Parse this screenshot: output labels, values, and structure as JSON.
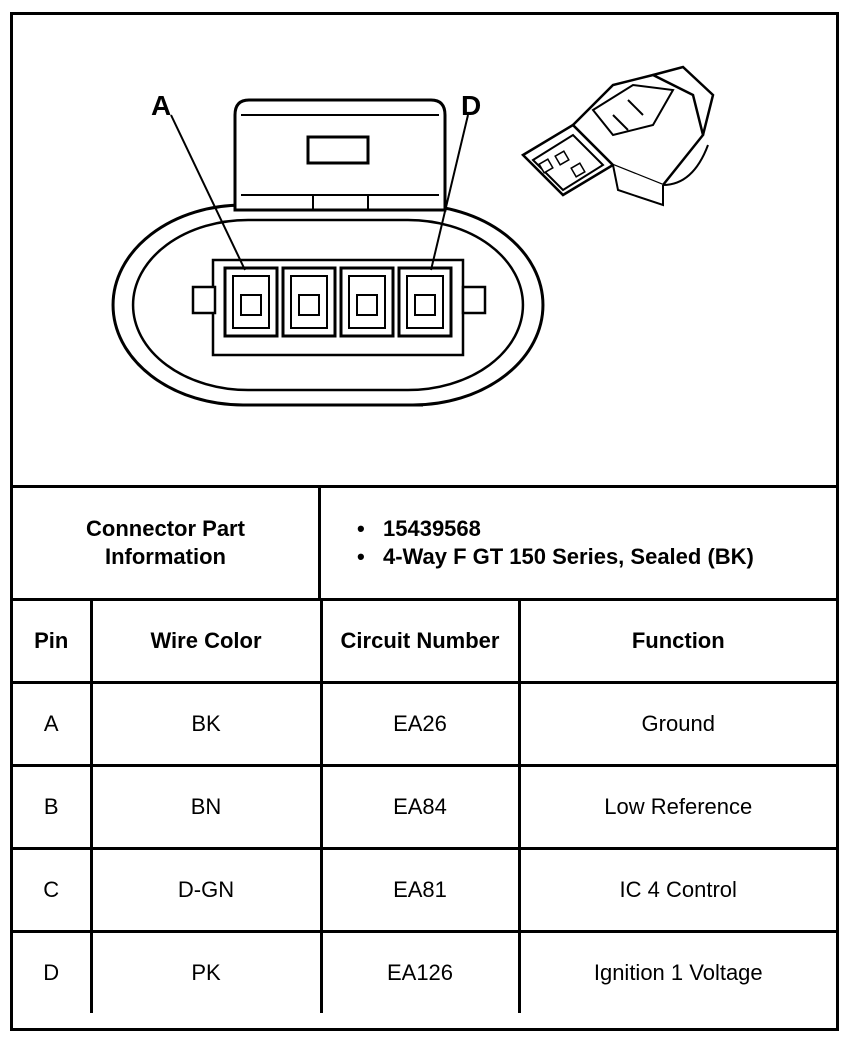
{
  "diagram": {
    "callouts": [
      "A",
      "D"
    ]
  },
  "connector_info": {
    "label_line1": "Connector Part",
    "label_line2": "Information",
    "items": [
      "15439568",
      "4-Way F GT 150 Series, Sealed (BK)"
    ],
    "bullet": "•"
  },
  "pin_table": {
    "headers": [
      "Pin",
      "Wire Color",
      "Circuit Number",
      "Function"
    ],
    "rows": [
      {
        "pin": "A",
        "wire_color": "BK",
        "circuit": "EA26",
        "function": "Ground"
      },
      {
        "pin": "B",
        "wire_color": "BN",
        "circuit": "EA84",
        "function": "Low Reference"
      },
      {
        "pin": "C",
        "wire_color": "D-GN",
        "circuit": "EA81",
        "function": "IC 4 Control"
      },
      {
        "pin": "D",
        "wire_color": "PK",
        "circuit": "EA126",
        "function": "Ignition 1 Voltage"
      }
    ]
  }
}
